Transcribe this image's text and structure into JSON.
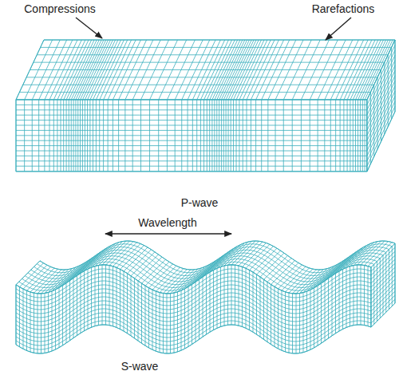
{
  "diagram": {
    "labels": [
      "Compressions",
      "Rarefactions",
      "P-wave",
      "Wavelength",
      "S-wave"
    ]
  }
}
